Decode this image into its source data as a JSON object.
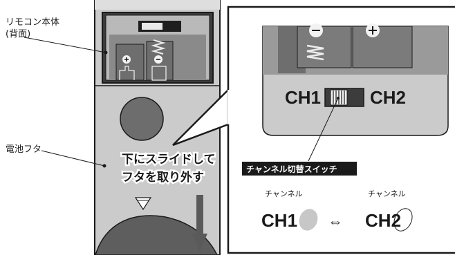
{
  "labels": {
    "remote_body_line1": "リモコン本体",
    "remote_body_line2": "(背面)",
    "battery_cover": "電池フタ",
    "instruction_line1": "下にスライドして",
    "instruction_line2": "フタを取り外す",
    "switch_name": "チャンネル切替スイッチ"
  },
  "switch_panel": {
    "left": "CH1",
    "right": "CH2"
  },
  "channel_diagram": {
    "left_caption": "チャンネル",
    "left_value_prefix": "CH",
    "left_value_digit": "1",
    "right_caption": "チャンネル",
    "right_value_prefix": "CH",
    "right_value_digit": "2",
    "arrow_symbol": "⇔"
  },
  "icons": {
    "plus": "+",
    "minus": "−",
    "triangle": "▽"
  },
  "colors": {
    "remote_gray": "#c9c9c9",
    "remote_dark": "#5a5a5a",
    "outline": "#1a1a1a"
  }
}
